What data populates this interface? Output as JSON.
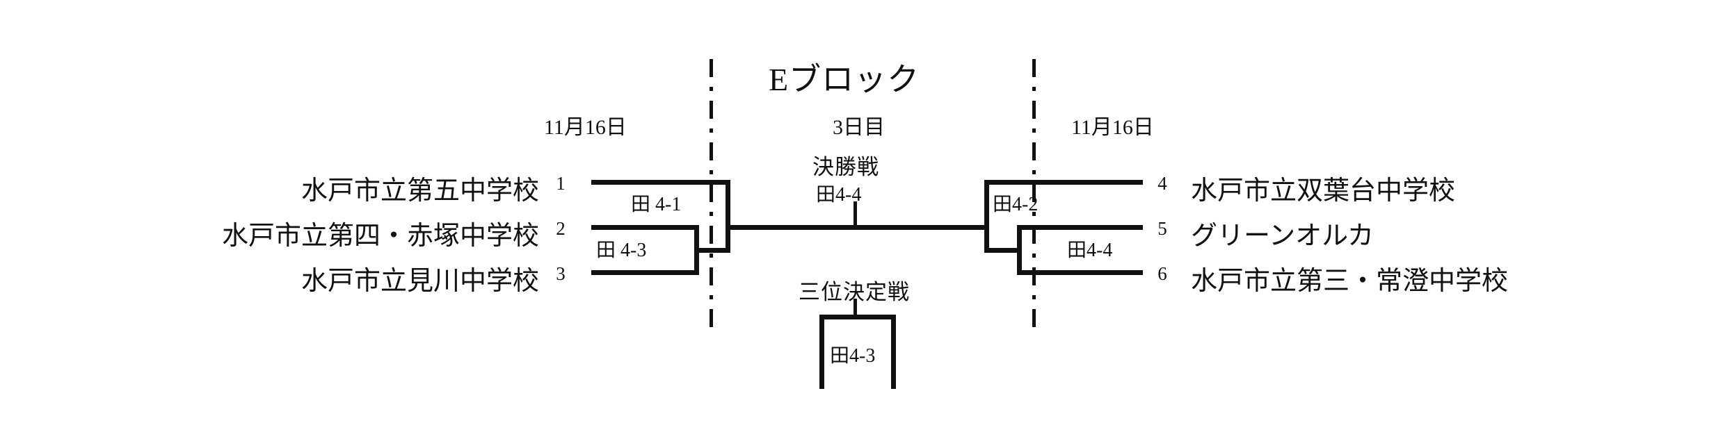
{
  "title": "Eブロック",
  "labels": {
    "left_date": "11月16日",
    "right_date": "11月16日",
    "day_label": "3日目",
    "final_label": "決勝戦",
    "third_place_label": "三位決定戦"
  },
  "left_teams": [
    {
      "seed": "1",
      "name": "水戸市立第五中学校"
    },
    {
      "seed": "2",
      "name": "水戸市立第四・赤塚中学校"
    },
    {
      "seed": "3",
      "name": "水戸市立見川中学校"
    }
  ],
  "right_teams": [
    {
      "seed": "4",
      "name": "水戸市立双葉台中学校"
    },
    {
      "seed": "5",
      "name": "グリーンオルカ"
    },
    {
      "seed": "6",
      "name": "水戸市立第三・常澄中学校"
    }
  ],
  "matches": {
    "left_upper": "田 4-1",
    "left_lower": "田 4-3",
    "final": "田4-4",
    "right_upper": "田4-2",
    "right_lower": "田4-4",
    "third_place": "田4-3"
  },
  "colors": {
    "line": "#111111",
    "background": "#ffffff",
    "text": "#111111"
  }
}
